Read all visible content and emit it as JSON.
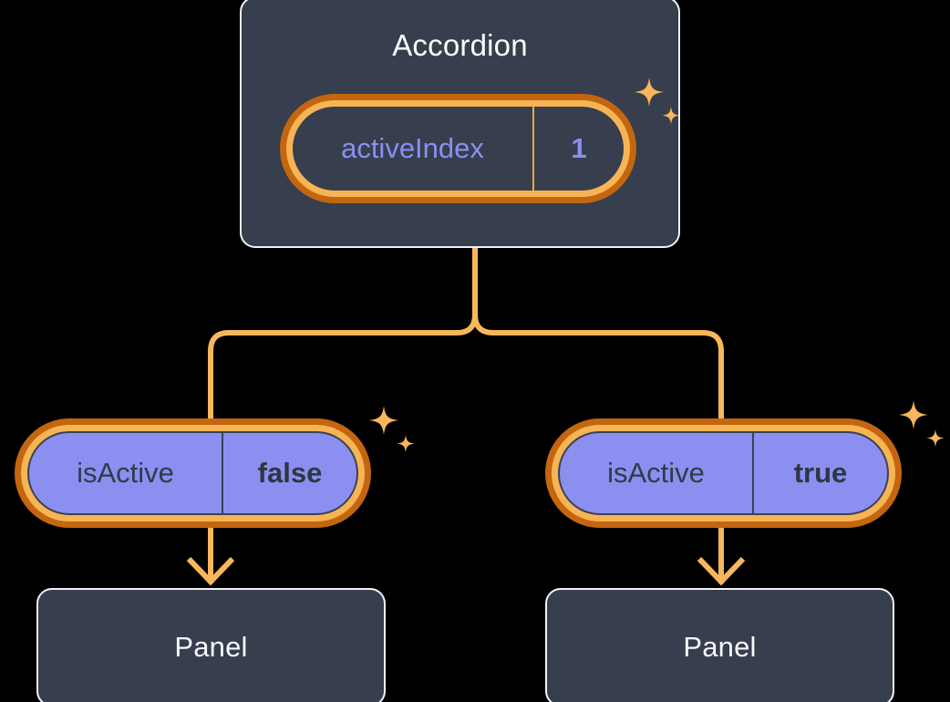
{
  "background_color": "#000000",
  "theme": {
    "card_bg": "#373E4D",
    "card_border": "#F2F3F6",
    "ring_outer": "#C4660F",
    "ring_inner": "#F7B455",
    "pill_fill": "#8B8FF0",
    "accent_text": "#8B8FF0",
    "wire": "#F8B75A",
    "sparkle": "#F9B65B",
    "title_text": "#FFFFFF",
    "pill_dark_text": "#333A47"
  },
  "diagram": {
    "type": "component-tree",
    "root": {
      "title": "Accordion",
      "state_pill": {
        "key": "activeIndex",
        "value": "1",
        "highlighted": true
      }
    },
    "branches": [
      {
        "side": "left",
        "prop_pill": {
          "key": "isActive",
          "value": "false",
          "highlighted": true
        },
        "child": {
          "title": "Panel"
        }
      },
      {
        "side": "right",
        "prop_pill": {
          "key": "isActive",
          "value": "true",
          "highlighted": true
        },
        "child": {
          "title": "Panel"
        }
      }
    ]
  }
}
